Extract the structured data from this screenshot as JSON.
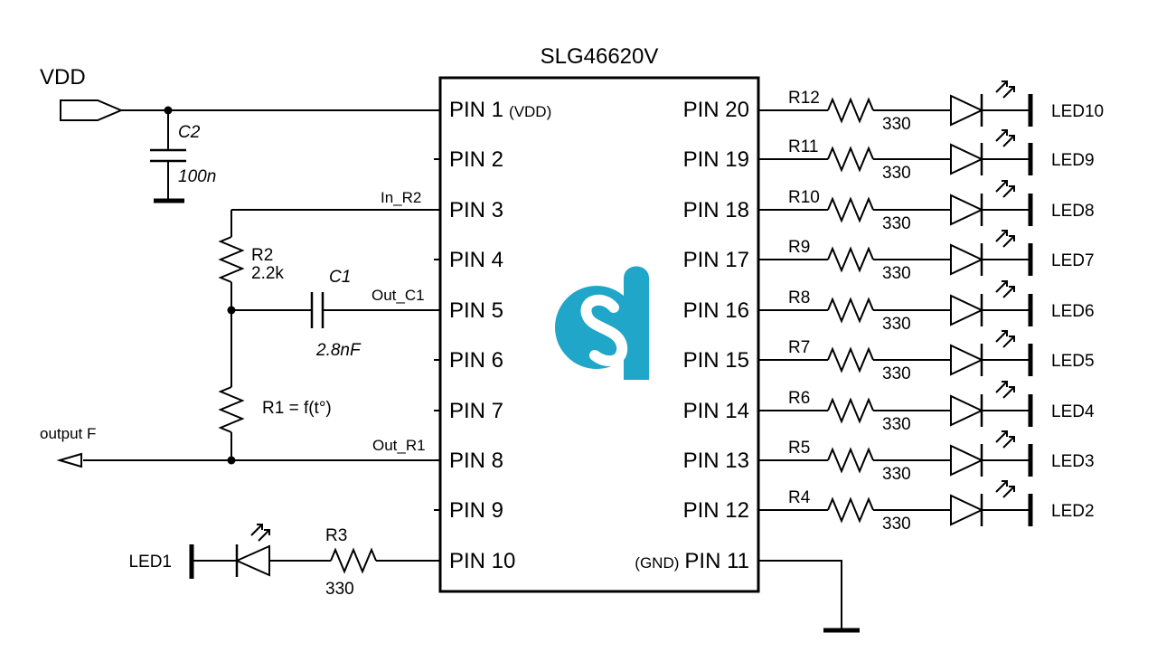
{
  "title": "SLG46620V",
  "supply_label": "VDD",
  "output_label": "output F",
  "chip": {
    "left_pins": [
      {
        "label": "PIN 1",
        "suffix": "(VDD)"
      },
      {
        "label": "PIN 2",
        "suffix": ""
      },
      {
        "label": "PIN 3",
        "suffix": ""
      },
      {
        "label": "PIN 4",
        "suffix": ""
      },
      {
        "label": "PIN 5",
        "suffix": ""
      },
      {
        "label": "PIN 6",
        "suffix": ""
      },
      {
        "label": "PIN 7",
        "suffix": ""
      },
      {
        "label": "PIN 8",
        "suffix": ""
      },
      {
        "label": "PIN 9",
        "suffix": ""
      },
      {
        "label": "PIN 10",
        "suffix": ""
      }
    ],
    "right_pins": [
      {
        "label": "PIN 20",
        "prefix": ""
      },
      {
        "label": "PIN 19",
        "prefix": ""
      },
      {
        "label": "PIN 18",
        "prefix": ""
      },
      {
        "label": "PIN 17",
        "prefix": ""
      },
      {
        "label": "PIN 16",
        "prefix": ""
      },
      {
        "label": "PIN 15",
        "prefix": ""
      },
      {
        "label": "PIN 14",
        "prefix": ""
      },
      {
        "label": "PIN 13",
        "prefix": ""
      },
      {
        "label": "PIN 12",
        "prefix": ""
      },
      {
        "label": "PIN 11",
        "prefix": "(GND)"
      }
    ]
  },
  "nets": {
    "in_r2": "In_R2",
    "out_c1": "Out_C1",
    "out_r1": "Out_R1"
  },
  "components": {
    "c2": {
      "name": "C2",
      "value": "100n"
    },
    "c1": {
      "name": "C1",
      "value": "2.8nF"
    },
    "r2": {
      "name": "R2",
      "value": "2.2k"
    },
    "r1": {
      "name": "R1 = f(t°)"
    },
    "r3": {
      "name": "R3",
      "value": "330"
    },
    "led1": "LED1"
  },
  "led_bank": [
    {
      "resistor": "R12",
      "value": "330",
      "led": "LED10"
    },
    {
      "resistor": "R11",
      "value": "330",
      "led": "LED9"
    },
    {
      "resistor": "R10",
      "value": "330",
      "led": "LED8"
    },
    {
      "resistor": "R9",
      "value": "330",
      "led": "LED7"
    },
    {
      "resistor": "R8",
      "value": "330",
      "led": "LED6"
    },
    {
      "resistor": "R7",
      "value": "330",
      "led": "LED5"
    },
    {
      "resistor": "R6",
      "value": "330",
      "led": "LED4"
    },
    {
      "resistor": "R5",
      "value": "330",
      "led": "LED3"
    },
    {
      "resistor": "R4",
      "value": "330",
      "led": "LED2"
    }
  ],
  "colors": {
    "ink": "#000000",
    "logo": "#1fa6c8",
    "background": "#ffffff"
  },
  "logo_icon": "silego-logo-icon"
}
